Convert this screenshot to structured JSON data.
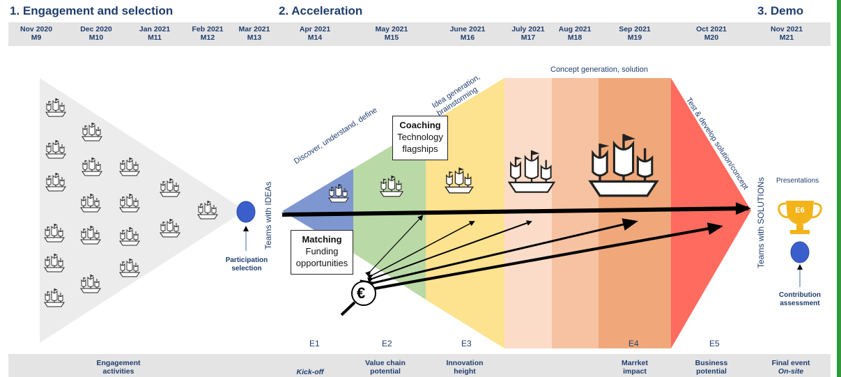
{
  "phases": {
    "p1": "1. Engagement and selection",
    "p2": "2. Acceleration",
    "p3": "3. Demo"
  },
  "months": [
    {
      "m": "Nov 2020",
      "c": "M9"
    },
    {
      "m": "Dec 2020",
      "c": "M10"
    },
    {
      "m": "Jan 2021",
      "c": "M11"
    },
    {
      "m": "Feb 2021",
      "c": "M12"
    },
    {
      "m": "Mar 2021",
      "c": "M13"
    },
    {
      "m": "Apr 2021",
      "c": "M14"
    },
    {
      "m": "May 2021",
      "c": "M15"
    },
    {
      "m": "June 2021",
      "c": "M16"
    },
    {
      "m": "July 2021",
      "c": "M17"
    },
    {
      "m": "Aug 2021",
      "c": "M18"
    },
    {
      "m": "Sep 2021",
      "c": "M19"
    },
    {
      "m": "Oct 2021",
      "c": "M20"
    },
    {
      "m": "Nov 2021",
      "c": "M21"
    }
  ],
  "stages": {
    "s1": "Discover, understand, define",
    "s2": "Idea generation, brainstorming",
    "s3": "Concept generation, solution",
    "s4": "Test & develop solution/concept"
  },
  "teams_ideas": "Teams with IDEAs",
  "teams_solutions": "Teams with SOLUTIONs",
  "participation": "Participation selection",
  "presentations": "Presentations",
  "trophy": "E6",
  "contribution": "Contribution assessment",
  "coaching": {
    "title": "Coaching",
    "line1": "Technology",
    "line2": "flagships"
  },
  "matching": {
    "title": "Matching",
    "line1": "Funding",
    "line2": "opportunities"
  },
  "euro": "€",
  "events": [
    "E1",
    "E2",
    "E3",
    "E4",
    "E5"
  ],
  "bottom": {
    "b1": "Engagement activities",
    "b2": "Kick-off",
    "b3": "Value chain potential",
    "b4": "Innovation height",
    "b5": "Marrket impact",
    "b6": "Business potential",
    "b7a": "Final event",
    "b7b": "On-site"
  },
  "colors": {
    "phase_text": "#1f3d6e",
    "blue": "#7f97d1",
    "green": "#b9d9a6",
    "yellow": "#fde28f",
    "peach1": "#fbdcc8",
    "peach2": "#f6c2a2",
    "peach3": "#f0a87a",
    "red": "#ff6b5e",
    "gold": "#f2b31b"
  }
}
